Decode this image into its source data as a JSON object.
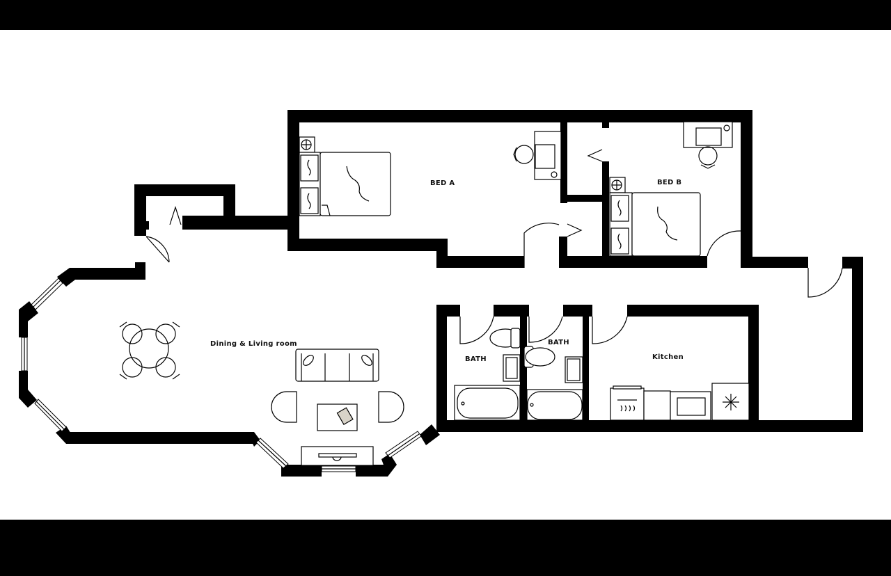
{
  "plan": {
    "rooms": [
      {
        "id": "bed-a",
        "label": "BED A"
      },
      {
        "id": "bed-b",
        "label": "BED B"
      },
      {
        "id": "living",
        "label": "Dining & Living room"
      },
      {
        "id": "bath-1",
        "label": "BATH"
      },
      {
        "id": "bath-2",
        "label": "BATH"
      },
      {
        "id": "kitchen",
        "label": "Kitchen"
      }
    ],
    "colors": {
      "wall": "#000000",
      "background": "#ffffff",
      "letterbox": "#000000",
      "rug": "#d8d3c8"
    }
  }
}
